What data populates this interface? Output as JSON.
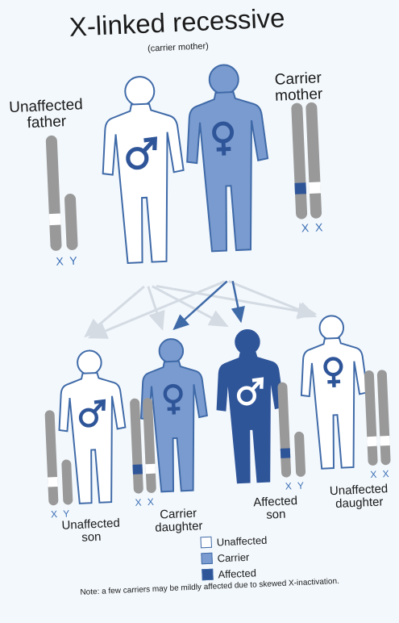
{
  "title": "X-linked recessive",
  "subtitle": "(carrier mother)",
  "parents": {
    "father": {
      "label_line1": "Unaffected",
      "label_line2": "father",
      "chromosomes": "X Y",
      "symbol": "male-symbol"
    },
    "mother": {
      "label_line1": "Carrier",
      "label_line2": "mother",
      "chromosomes": "X X",
      "symbol": "female-symbol"
    }
  },
  "children": [
    {
      "label_line1": "Unaffected",
      "label_line2": "son",
      "chromosomes": "X Y",
      "status": "unaffected"
    },
    {
      "label_line1": "Carrier",
      "label_line2": "daughter",
      "chromosomes": "X X",
      "status": "carrier"
    },
    {
      "label_line1": "Affected",
      "label_line2": "son",
      "chromosomes": "X Y",
      "status": "affected"
    },
    {
      "label_line1": "Unaffected",
      "label_line2": "daughter",
      "chromosomes": "X X",
      "status": "unaffected"
    }
  ],
  "legend": [
    {
      "label": "Unaffected",
      "color": "#ffffff"
    },
    {
      "label": "Carrier",
      "color": "#7a9bcf"
    },
    {
      "label": "Affected",
      "color": "#2f5599"
    }
  ],
  "note": "Note: a few carriers may be mildly affected due to skewed X-inactivation.",
  "colors": {
    "unaffected_fill": "#ffffff",
    "carrier_fill": "#7a9bcf",
    "affected_fill": "#2f5599",
    "outline": "#3f6aa8",
    "chromosome": "#999999",
    "symbol": "#2f5599",
    "arrow_dark": "#3f6aa8",
    "arrow_light": "#d4dbe3"
  }
}
